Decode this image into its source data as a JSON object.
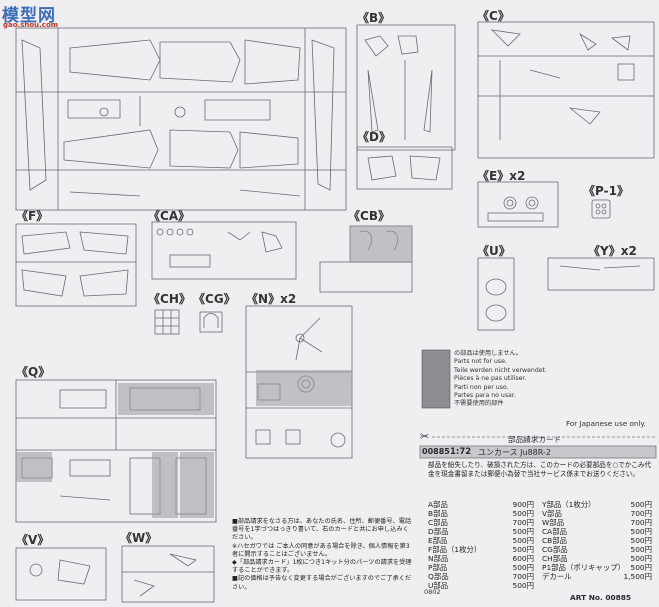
{
  "watermark": {
    "brand": "模型网",
    "url": "gao.shou.com"
  },
  "sprue_labels": [
    {
      "id": "B",
      "text": "B"
    },
    {
      "id": "C",
      "text": "C"
    },
    {
      "id": "D",
      "text": "D"
    },
    {
      "id": "E",
      "text": "E",
      "qty": "x2"
    },
    {
      "id": "P1",
      "text": "P-1"
    },
    {
      "id": "F",
      "text": "F"
    },
    {
      "id": "CA",
      "text": "CA"
    },
    {
      "id": "CB",
      "text": "CB"
    },
    {
      "id": "U",
      "text": "U"
    },
    {
      "id": "Y",
      "text": "Y",
      "qty": "x2"
    },
    {
      "id": "CH",
      "text": "CH"
    },
    {
      "id": "CG",
      "text": "CG"
    },
    {
      "id": "N",
      "text": "N",
      "qty": "x2"
    },
    {
      "id": "Q",
      "text": "Q"
    },
    {
      "id": "V",
      "text": "V"
    },
    {
      "id": "W",
      "text": "W"
    }
  ],
  "legend": {
    "lines": [
      "の部品は使用しません。",
      "Parts not for use.",
      "Teile werden nicht verwendet.",
      "Pièces à ne pas utiliser.",
      "Parti non per uso.",
      "Partes para no usar.",
      "不需要使用的部件"
    ]
  },
  "japanese_note": "For Japanese use only.",
  "order_card": {
    "title": "部品請求カード",
    "code": "00885",
    "scale": "1:72",
    "kit_name": "ユンカース Ju88R-2",
    "instructions": "部品を紛失したり、破損された方は、このカードの必要部品を○でかこみ代金を現金書留または郵便小為替で当社サービス係までお送りください。",
    "parts_left": [
      {
        "name": "A部品",
        "price": "900円"
      },
      {
        "name": "B部品",
        "price": "500円"
      },
      {
        "name": "C部品",
        "price": "700円"
      },
      {
        "name": "D部品",
        "price": "500円"
      },
      {
        "name": "E部品",
        "price": "500円"
      },
      {
        "name": "F部品（1枚分）",
        "price": "500円"
      },
      {
        "name": "N部品",
        "price": "600円"
      },
      {
        "name": "P部品",
        "price": "500円"
      },
      {
        "name": "Q部品",
        "price": "700円"
      },
      {
        "name": "U部品",
        "price": "500円"
      }
    ],
    "parts_right": [
      {
        "name": "Y部品（1枚分）",
        "price": "500円"
      },
      {
        "name": "V部品",
        "price": "700円"
      },
      {
        "name": "W部品",
        "price": "700円"
      },
      {
        "name": "CA部品",
        "price": "500円"
      },
      {
        "name": "CB部品",
        "price": "500円"
      },
      {
        "name": "CG部品",
        "price": "500円"
      },
      {
        "name": "CH部品",
        "price": "500円"
      },
      {
        "name": "P1部品（ポリキャップ）",
        "price": "500円"
      },
      {
        "name": "デカール",
        "price": "1,500円"
      }
    ],
    "art_no": "ART No. 00885",
    "footer_code": "0802"
  },
  "notes_jp": [
    "■部品請求をなさる方は、あなたの氏名、住所、郵便番号、電話番号を1字づつはっきり書いて、右のカードと共にお申し込みください。",
    "※ハセガワでは ご本人の同意がある場合を除き、個人情報を第3者に開示することはございません。",
    "◆「部品請求カード」1枚につき1キット分のパーツの請求を受理することができます。",
    "■記の価格は予告なく変更する場合がございますのでご了承ください。"
  ]
}
